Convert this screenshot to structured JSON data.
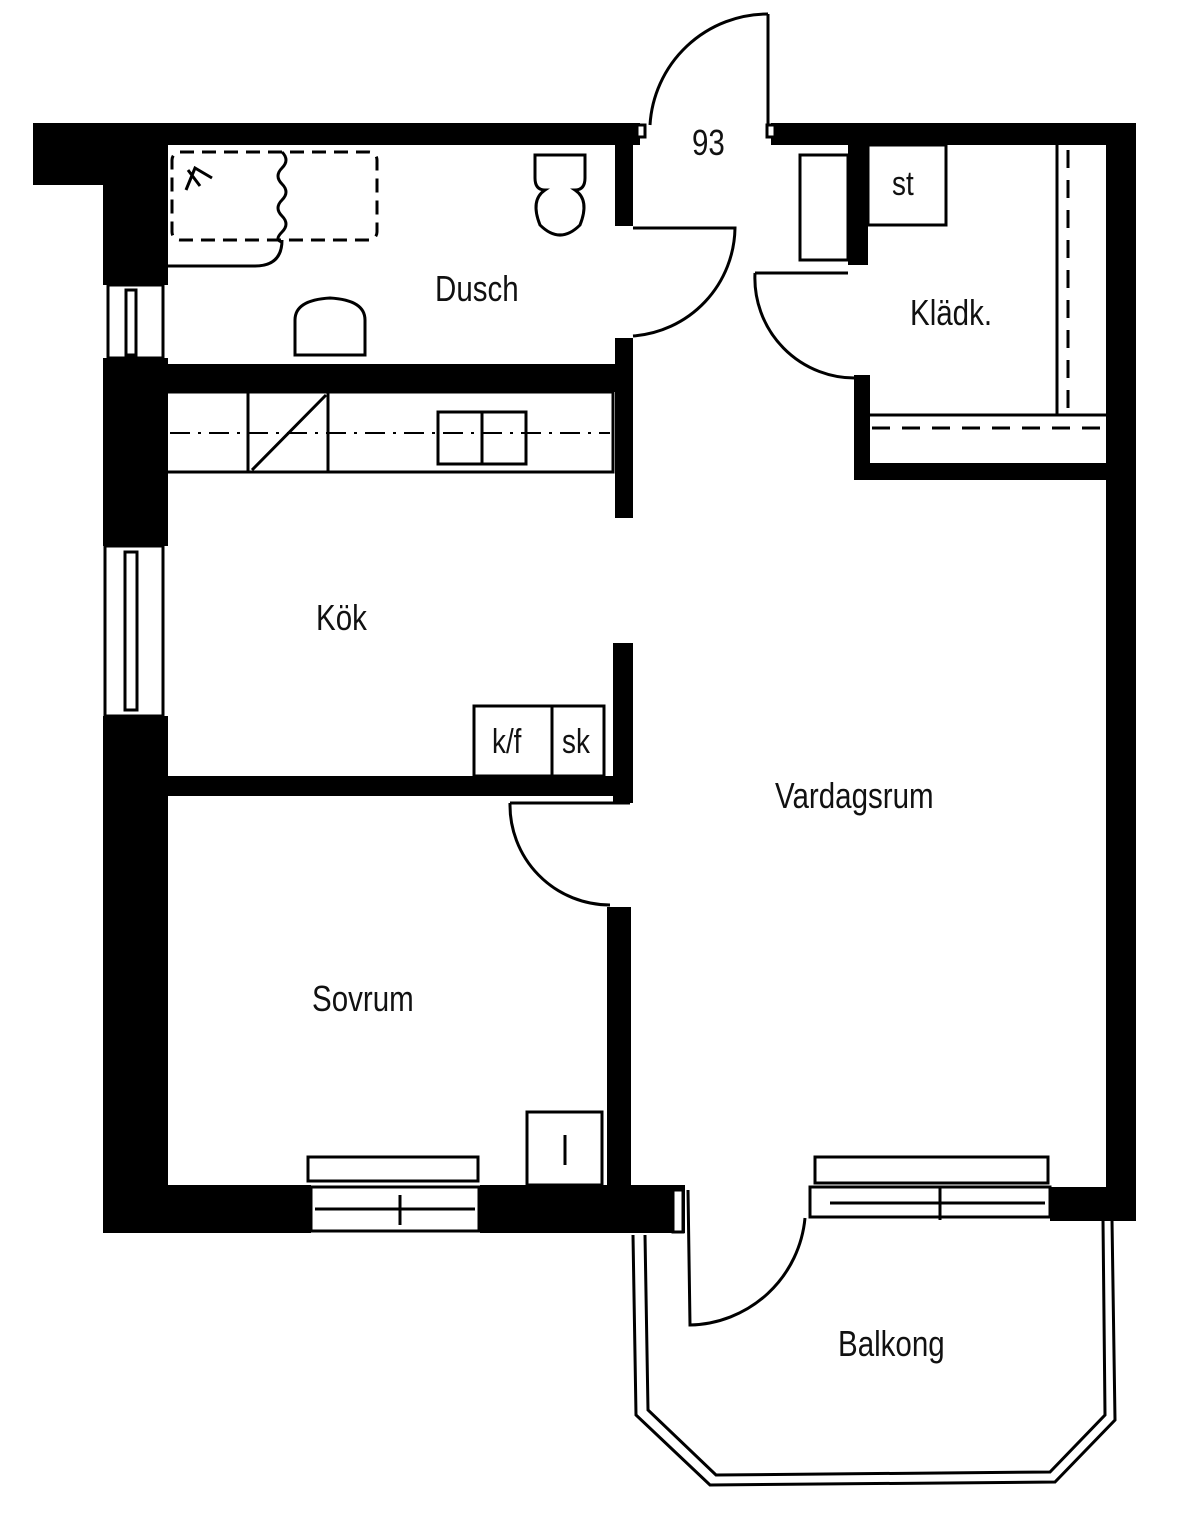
{
  "plan": {
    "unit_number": "93",
    "colors": {
      "wall": "#000000",
      "background": "#ffffff",
      "line": "#000000"
    },
    "rooms": [
      {
        "id": "dusch",
        "label": "Dusch"
      },
      {
        "id": "kladk",
        "label": "Klädk."
      },
      {
        "id": "kok",
        "label": "Kök"
      },
      {
        "id": "vardagsrum",
        "label": "Vardagsrum"
      },
      {
        "id": "sovrum",
        "label": "Sovrum"
      },
      {
        "id": "balkong",
        "label": "Balkong"
      }
    ],
    "fixtures": {
      "storage": "st",
      "fridge_freezer": "k/f",
      "cabinet": "sk",
      "linen": "l"
    }
  }
}
